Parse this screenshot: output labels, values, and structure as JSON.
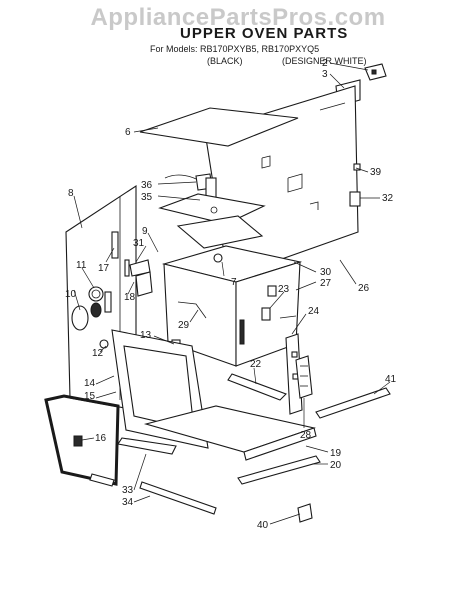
{
  "watermark": "AppliancePartsPros.com",
  "header": {
    "title": "UPPER OVEN PARTS",
    "models_line": "For Models: RB170PXYB5,    RB170PXYQ5",
    "variant_black": "(BLACK)",
    "variant_white": "(DESIGNER WHITE)"
  },
  "callouts": {
    "c2": "2",
    "c3": "3",
    "c6": "6",
    "c36": "36",
    "c35": "35",
    "c39": "39",
    "c32": "32",
    "c8": "8",
    "c9": "9",
    "c31": "31",
    "c11": "11",
    "c17": "17",
    "c10": "10",
    "c18": "18",
    "c7": "7",
    "c30": "30",
    "c27": "27",
    "c26": "26",
    "c23": "23",
    "c29": "29",
    "c24": "24",
    "c13": "13",
    "c12": "12",
    "c22": "22",
    "c41": "41",
    "c14": "14",
    "c15": "15",
    "c16": "16",
    "c28": "28",
    "c19": "19",
    "c20": "20",
    "c33": "33",
    "c34": "34",
    "c40": "40"
  }
}
